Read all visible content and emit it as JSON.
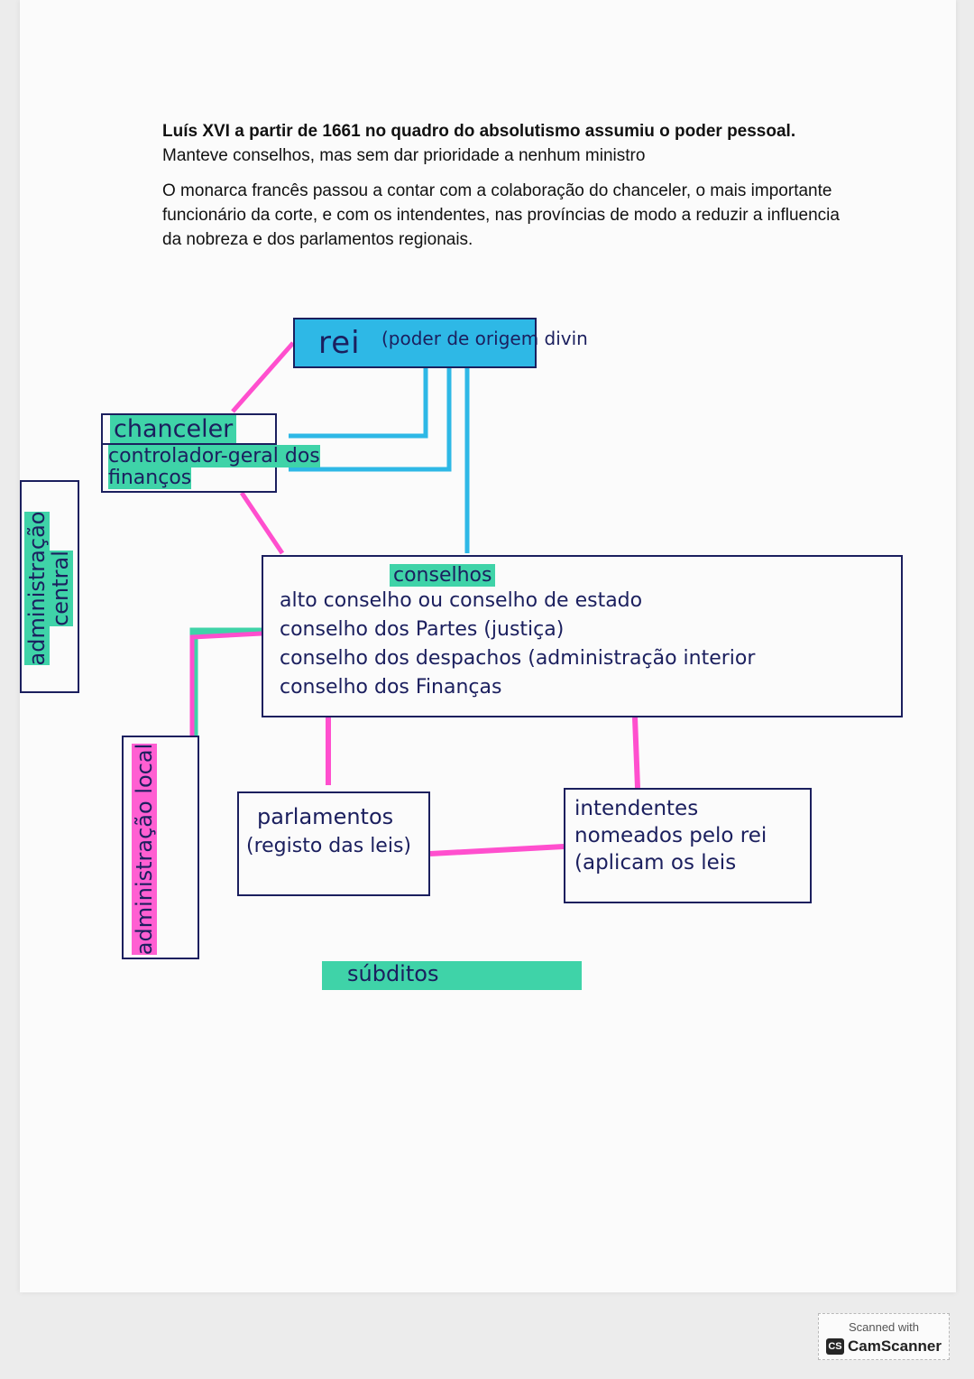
{
  "intro": {
    "p1_bold": "Luís XVI a partir de 1661 no quadro do absolutismo assumiu o poder pessoal.",
    "p1_rest": " Manteve conselhos, mas sem dar prioridade a nenhum ministro",
    "p2": "O monarca francês passou a contar com a colaboração do chanceler, o mais importante funcionário da corte, e com os intendentes, nas províncias de modo a reduzir a influencia da nobreza e dos parlamentos regionais."
  },
  "diagram": {
    "rei": {
      "label": "rei",
      "desc": "(poder de origem divin"
    },
    "chanceler": "chanceler",
    "controlador": "controlador-geral dos finanços",
    "administracao_central": "administração central",
    "conselhos": {
      "title": "conselhos",
      "items": [
        "alto conselho ou conselho de estado",
        "conselho dos Partes (justiça)",
        "conselho dos despachos (administração interior",
        "conselho dos Finanças"
      ]
    },
    "administracao_local": "administração local",
    "parlamentos": {
      "title": "parlamentos",
      "desc": "(registo das leis)"
    },
    "intendentes": "intendentes nomeados pelo rei (aplicam os leis",
    "subditos": "súbditos"
  },
  "colors": {
    "ink": "#1b1f5e",
    "blue_highlight": "#2eb8e6",
    "green_highlight": "#3fd3a8",
    "pink": "#ff4fce"
  },
  "badge": {
    "top": "Scanned with",
    "logo": "CS",
    "brand": "CamScanner"
  }
}
